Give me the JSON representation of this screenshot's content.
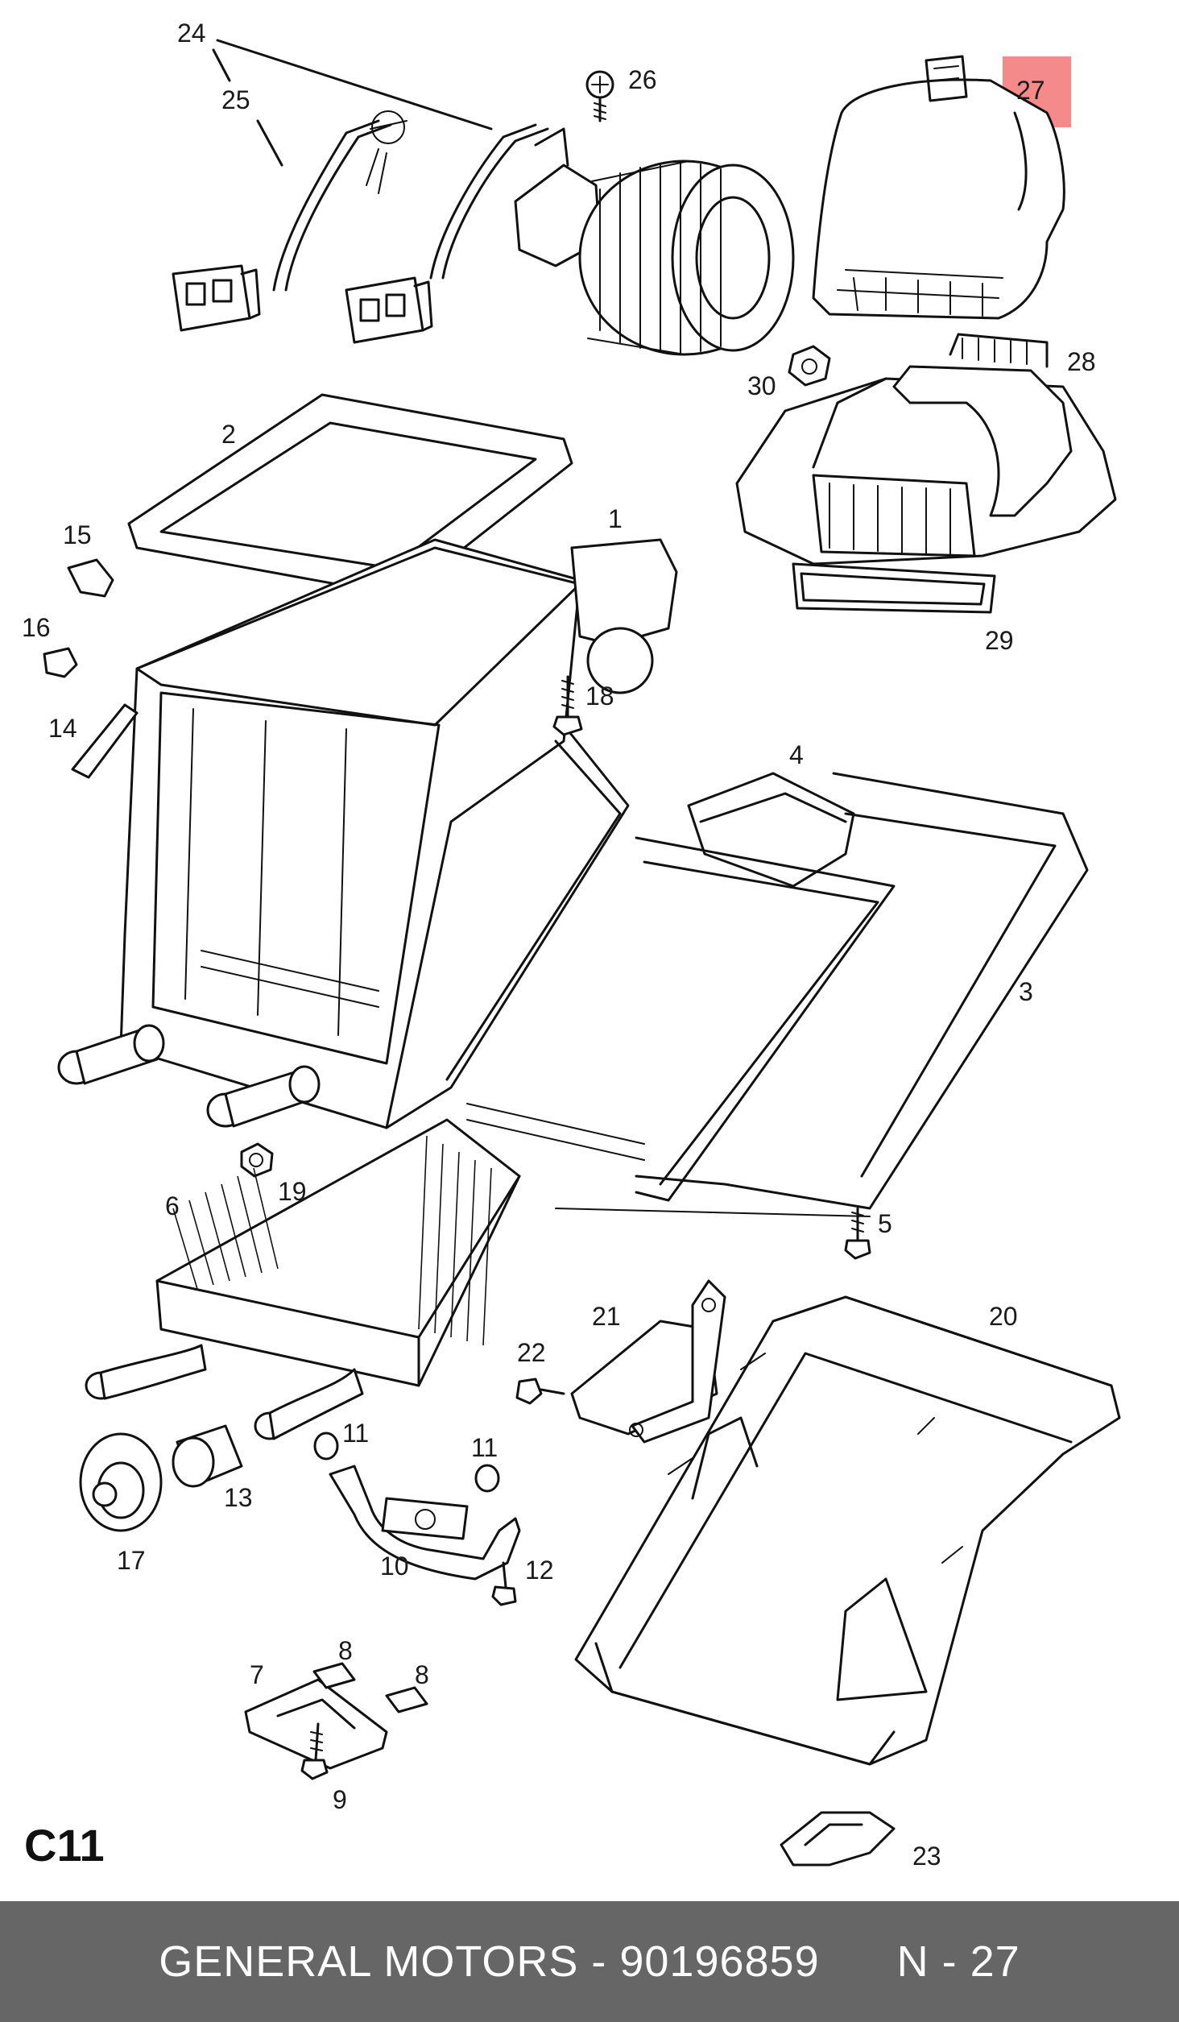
{
  "section_code": "C11",
  "highlight_color": "#f58a8a",
  "callouts": {
    "p1": "1",
    "p2": "2",
    "p3": "3",
    "p4": "4",
    "p5": "5",
    "p6": "6",
    "p7": "7",
    "p8a": "8",
    "p8b": "8",
    "p9": "9",
    "p10": "10",
    "p11a": "11",
    "p11b": "11",
    "p12": "12",
    "p13": "13",
    "p14": "14",
    "p15": "15",
    "p16": "16",
    "p17": "17",
    "p18": "18",
    "p19": "19",
    "p20": "20",
    "p21": "21",
    "p22": "22",
    "p23": "23",
    "p24": "24",
    "p25": "25",
    "p26": "26",
    "p27": "27",
    "p28": "28",
    "p29": "29",
    "p30": "30"
  },
  "footer": {
    "brand": "GENERAL MOTORS",
    "separator": " - ",
    "part_number": "90196859",
    "position": "N - 27"
  }
}
